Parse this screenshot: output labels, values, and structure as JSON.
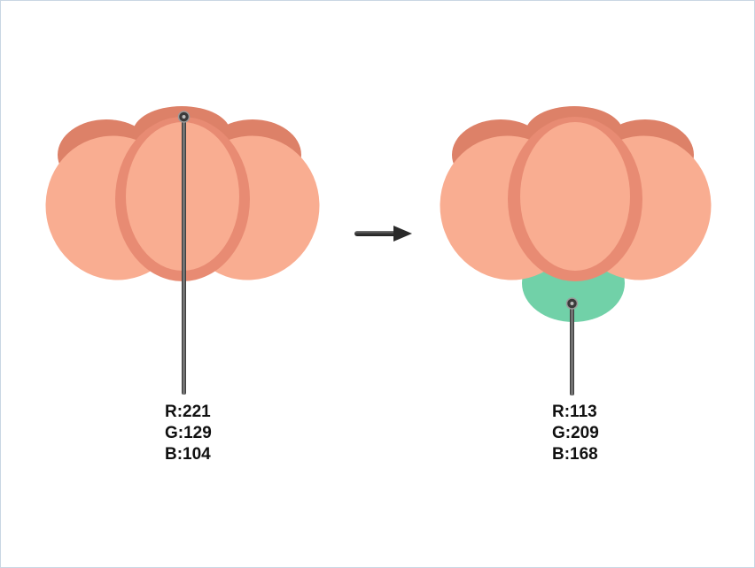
{
  "steps": [
    {
      "swatch": {
        "r": "R:221",
        "g": "G:129",
        "b": "B:104"
      },
      "color": "#dd8168"
    },
    {
      "swatch": {
        "r": "R:113",
        "g": "G:209",
        "b": "B:168"
      },
      "color": "#71d1a8"
    }
  ],
  "colors": {
    "petal_light": "#f9ad91",
    "petal_dark": "#dd8168",
    "petal_mid": "#e88b73",
    "sepal": "#71d1a8",
    "pointer_line": "#444444",
    "arrow": "#3a3a3a"
  }
}
